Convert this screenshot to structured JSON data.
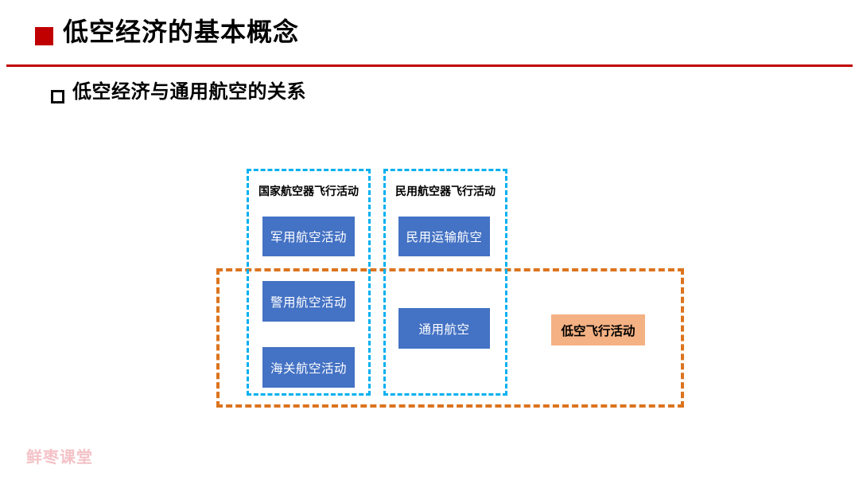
{
  "header": {
    "title": "低空经济的基本概念",
    "subtitle": "低空经济与通用航空的关系"
  },
  "diagram": {
    "groups": [
      {
        "label": "国家航空器飞行活动",
        "items": [
          "军用航空活动",
          "警用航空活动",
          "海关航空活动"
        ]
      },
      {
        "label": "民用航空器飞行活动",
        "items": [
          "民用运输航空",
          "通用航空"
        ]
      }
    ],
    "low_altitude": {
      "label": "低空飞行活动"
    }
  },
  "footer": {
    "watermark": "鲜枣课堂"
  },
  "colors": {
    "accent_red": "#C00000",
    "box_blue": "#4472C4",
    "box_blue_text": "#FFFFFF",
    "outline_cyan": "#00B0F0",
    "outline_orange": "#DC741E",
    "low_altitude_fill": "#F4B183",
    "watermark_pink": "#F4C2C7"
  }
}
